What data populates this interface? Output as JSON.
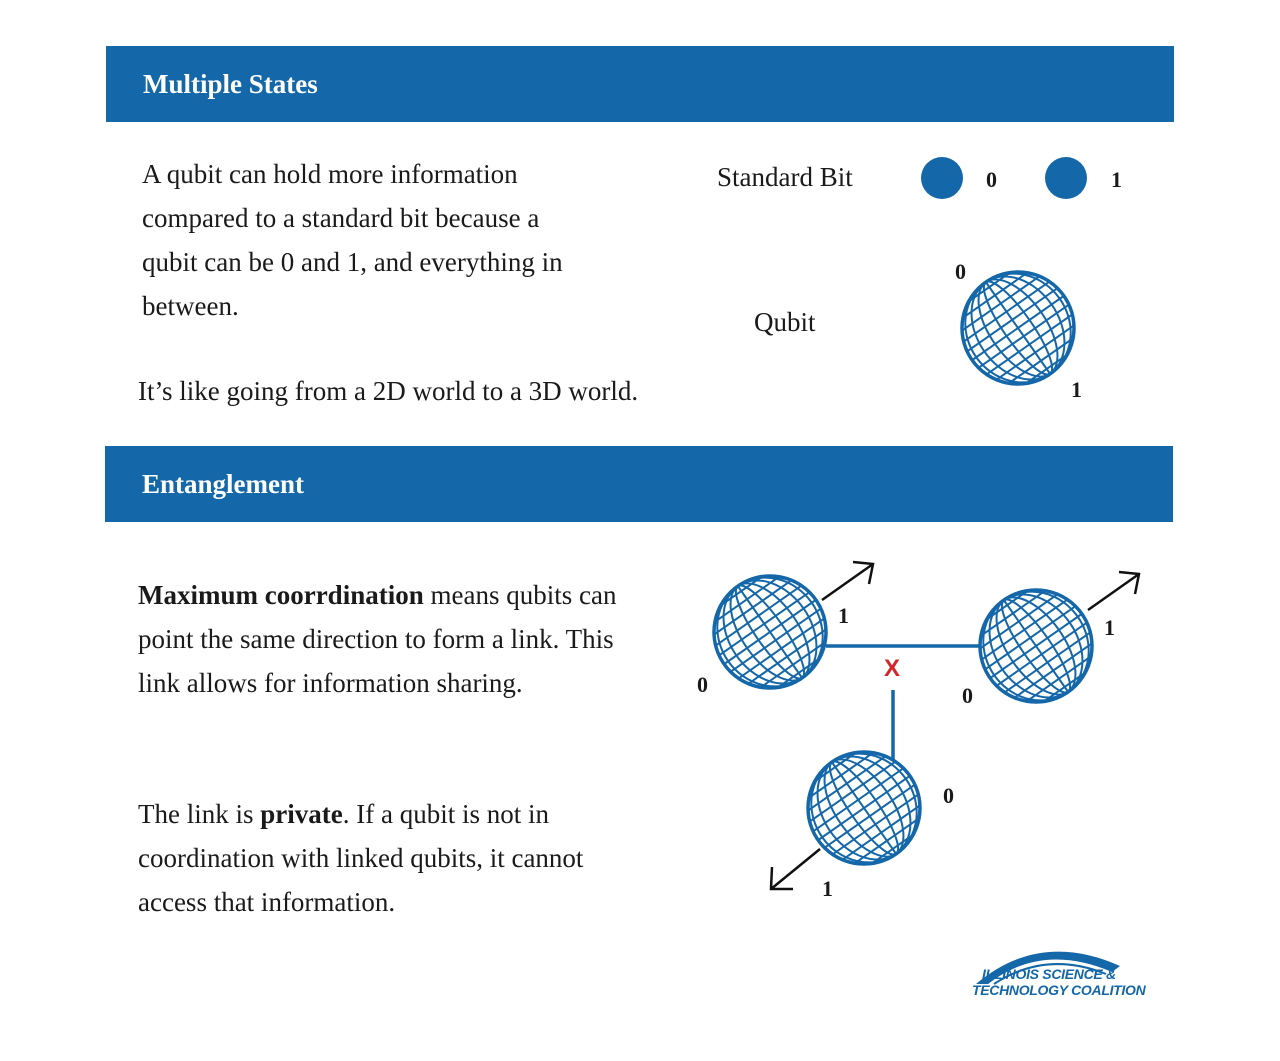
{
  "sections": {
    "multiple_states": {
      "title": "Multiple States",
      "paragraph": "A qubit can hold more information compared to a standard bit because a qubit can be 0 and 1, and everything in between.",
      "paragraph2": "It’s like going from a 2D world to a 3D world.",
      "standard_bit_label": "Standard Bit",
      "bit_zero": "0",
      "bit_one": "1",
      "qubit_label": "Qubit",
      "qubit_top": "0",
      "qubit_bottom": "1"
    },
    "entanglement": {
      "title": "Entanglement",
      "p1_bold": "Maximum coorrdination",
      "p1_rest": " means qubits can point the same direction to form a link. This link allows for information sharing.",
      "p2_pre": "The link is ",
      "p2_bold": "private",
      "p2_rest": ". If a qubit is not in coordination with linked qubits, it cannot access that information.",
      "left_qubit_one": "1",
      "left_qubit_zero": "0",
      "right_qubit_one": "1",
      "right_qubit_zero": "0",
      "bottom_qubit_zero": "0",
      "bottom_qubit_one": "1",
      "broken_mark": "X"
    }
  },
  "logo": {
    "line1": "ILLINOIS SCIENCE &",
    "line2": "TECHNOLOGY COALITION"
  },
  "colors": {
    "brand_blue": "#1467a8",
    "accent_red": "#d4252a"
  }
}
